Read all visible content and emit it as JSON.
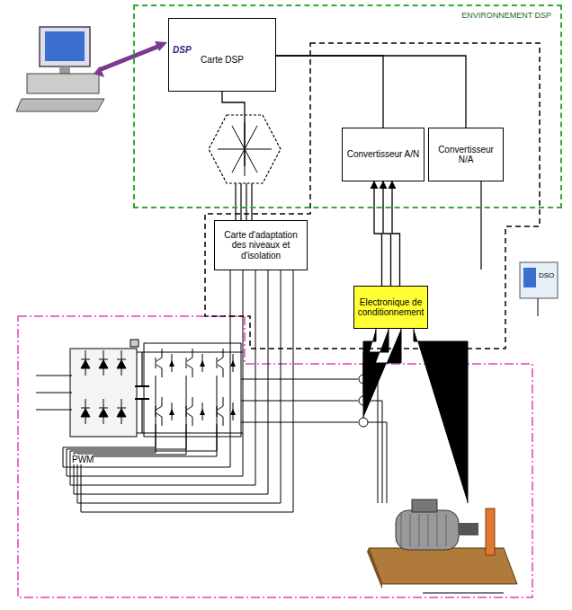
{
  "diagram": {
    "nodes": [
      {
        "text": [
          "ENVIRONNEMENT DSP"
        ]
      },
      {
        "text": [
          "DSP",
          "Carte DSP"
        ],
        "in": 0
      },
      {
        "text": [
          "Convertisseur A/N"
        ],
        "in": 0
      },
      {
        "text": [
          "Convertisseur N/A"
        ],
        "in": 0
      },
      {
        "text": [
          "Carte d'adaptation des niveaux et d'isolation"
        ]
      },
      {
        "text": [
          "Electronique de conditionnement"
        ]
      }
    ],
    "edges": [
      {
        "from": 1,
        "to": 2,
        "arrow": "none"
      },
      {
        "from": 1,
        "to": 3,
        "arrow": "none"
      },
      {
        "from": 1,
        "to": 4,
        "arrow": "none"
      },
      {
        "from": 5,
        "to": 2,
        "arrow": "to"
      }
    ],
    "labels": [
      "PWM",
      "DSO"
    ]
  }
}
